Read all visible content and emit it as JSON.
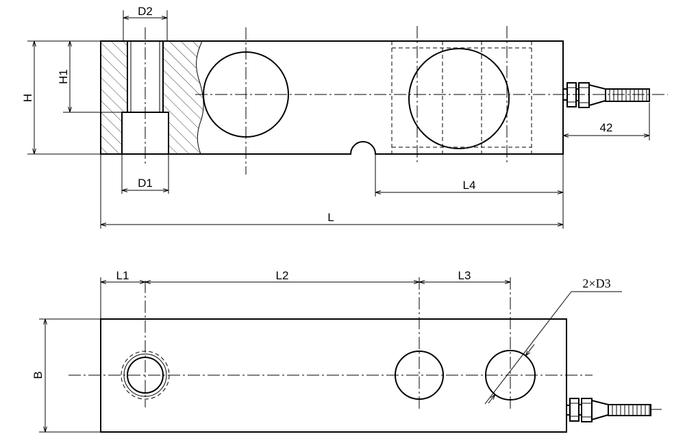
{
  "labels": {
    "d2": "D2",
    "h1": "H1",
    "h": "H",
    "d1": "D1",
    "l4": "L4",
    "l": "L",
    "cable_length": "42",
    "l1": "L1",
    "l2": "L2",
    "l3": "L3",
    "d3": "2×D3",
    "b": "B"
  }
}
